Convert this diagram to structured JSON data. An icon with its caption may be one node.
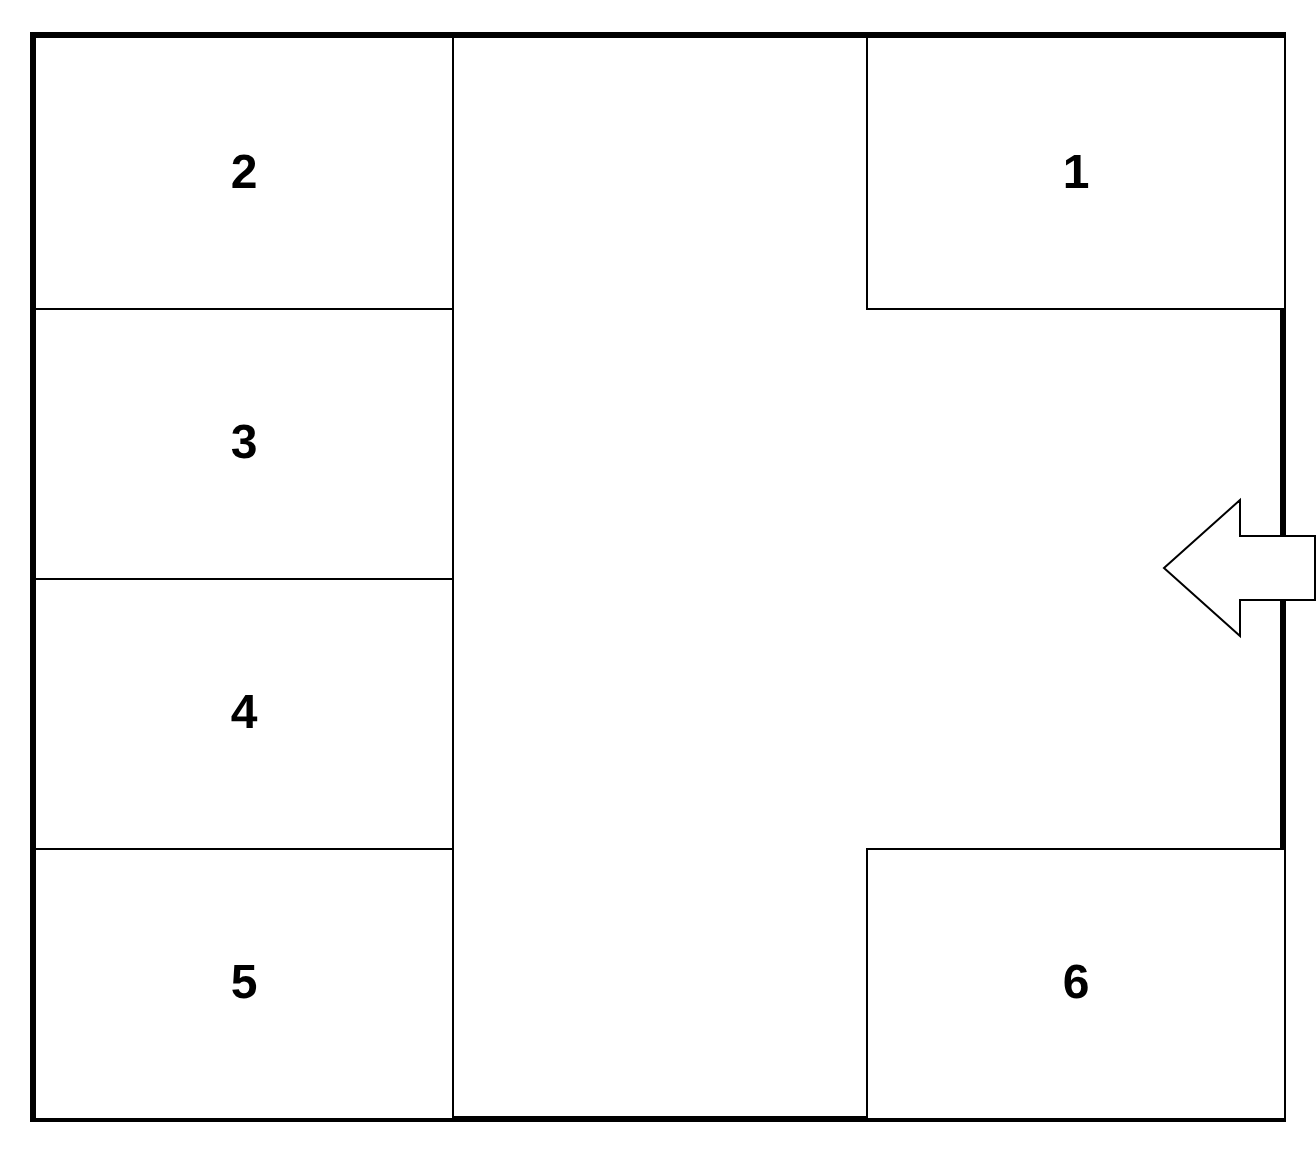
{
  "diagram": {
    "nodes": [
      {
        "text": [],
        "shape": "box"
      },
      {
        "text": [
          "2"
        ],
        "in": 0
      },
      {
        "text": [
          "1"
        ],
        "in": 0
      },
      {
        "text": [
          "3"
        ],
        "in": 0
      },
      {
        "text": [
          "4"
        ],
        "in": 0
      },
      {
        "text": [
          "5"
        ],
        "in": 0
      },
      {
        "text": [
          "6"
        ],
        "in": 0
      }
    ]
  }
}
